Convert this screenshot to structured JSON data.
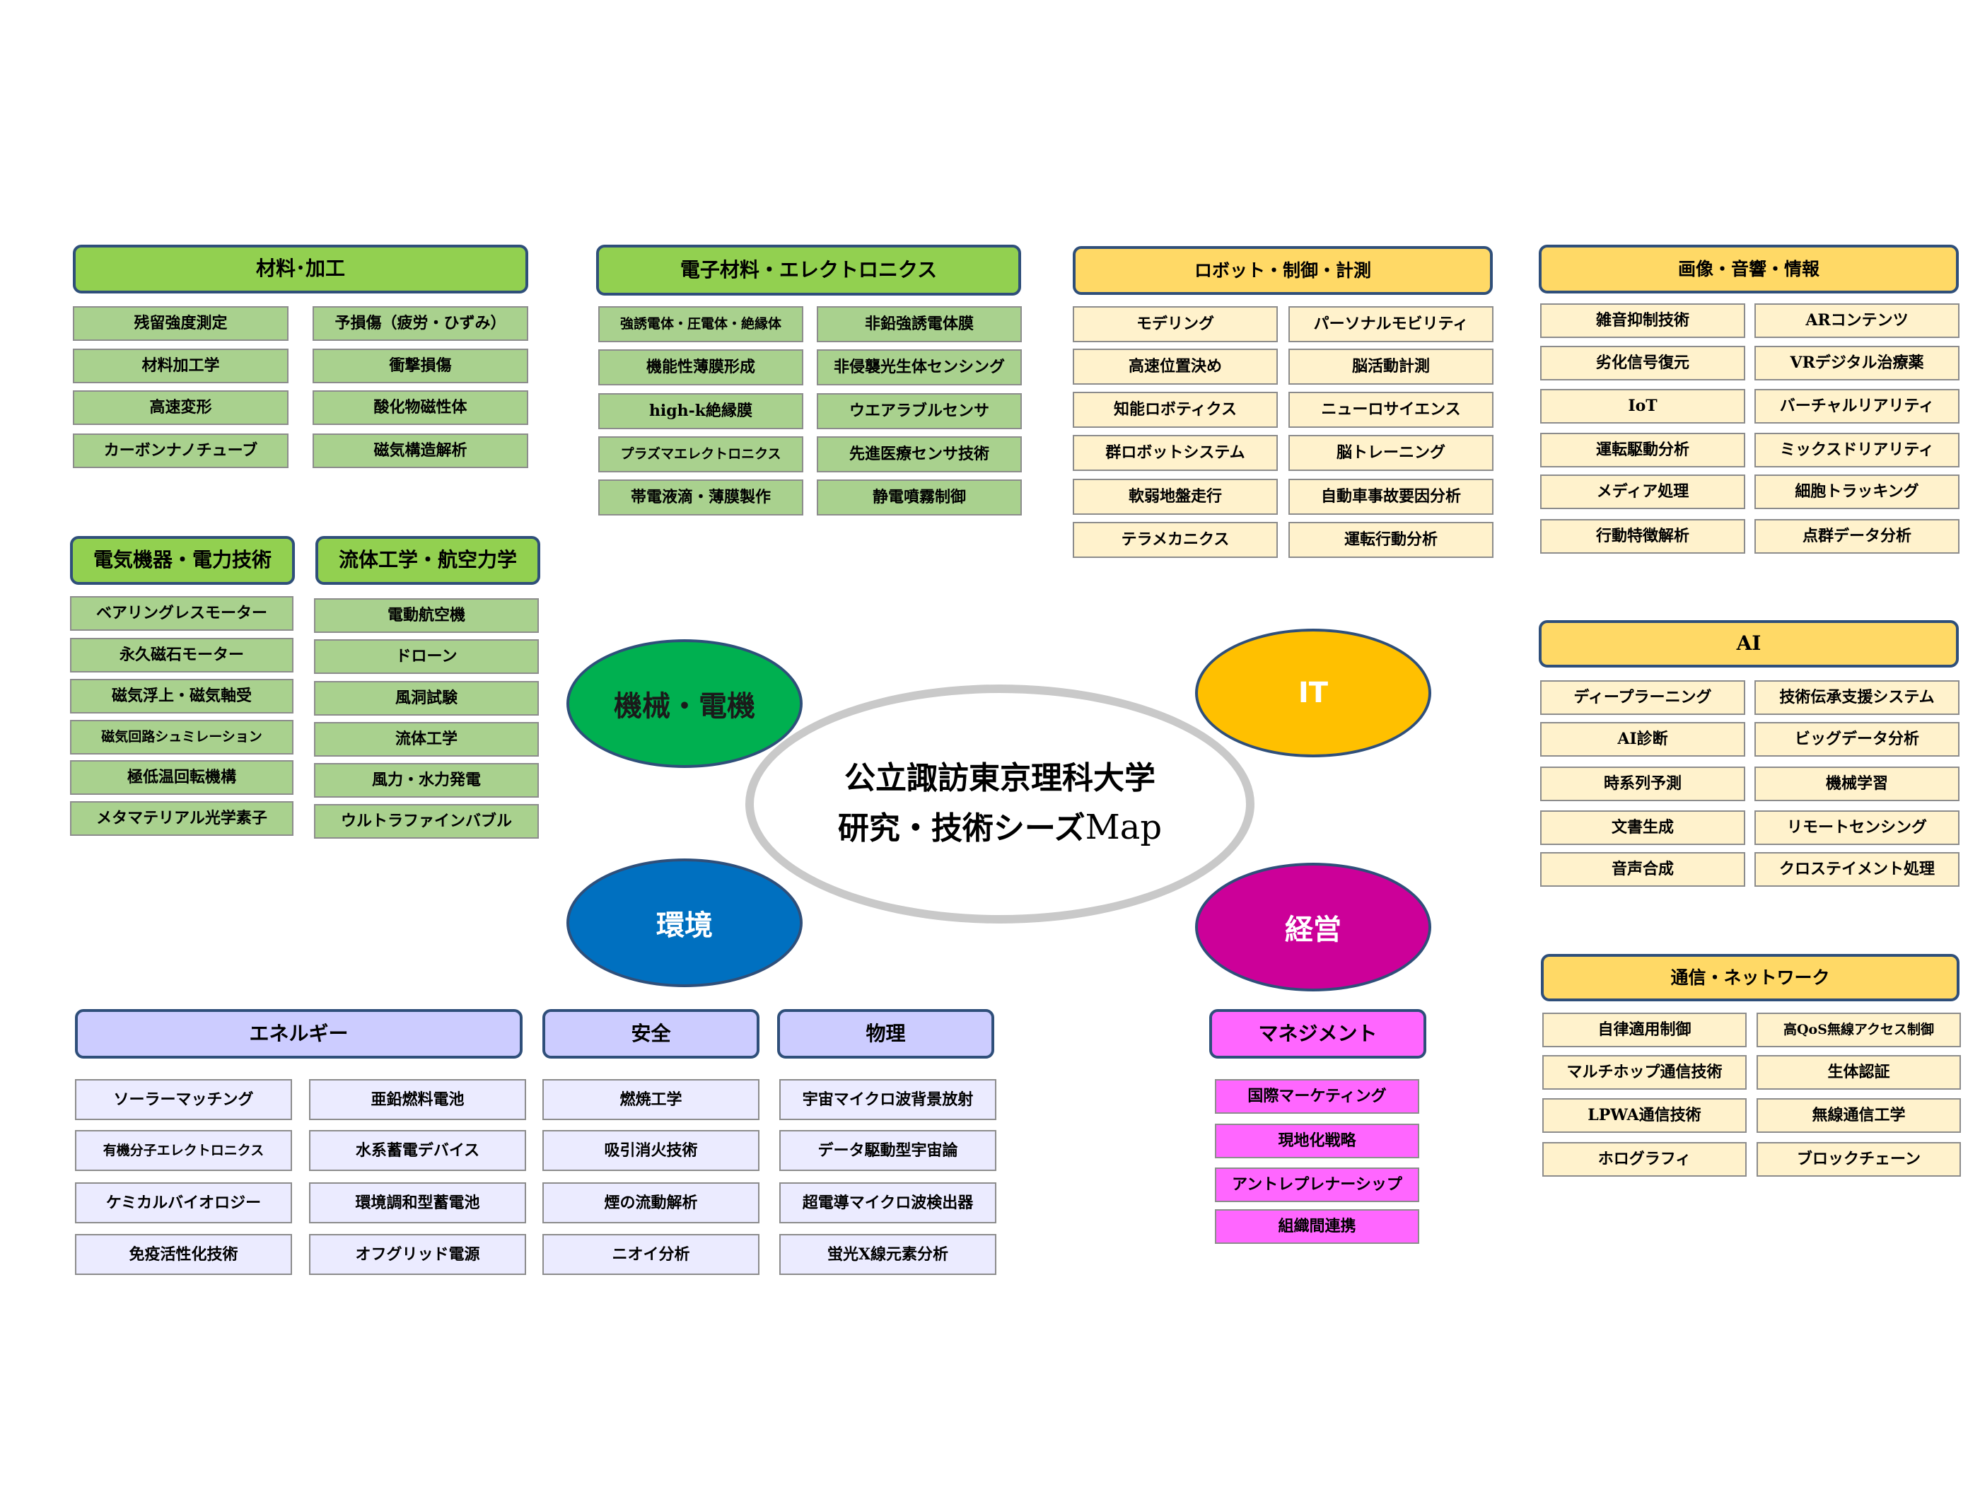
{
  "colors": {
    "green_header": "#92d050",
    "green_item": "#a9d18e",
    "yellow_header": "#ffd966",
    "yellow_item": "#fff2cc",
    "blue_header": "#ccccff",
    "blue_item": "#ebebff",
    "pink_header": "#ff66ff",
    "pink_item": "#ff66ff",
    "ellipse_machine": "#00b050",
    "ellipse_it": "#ffc000",
    "ellipse_env": "#0070c0",
    "ellipse_mgmt": "#cc0099"
  },
  "center": {
    "line1": "公立諏訪東京理科大学",
    "line2": "研究・技術シーズ",
    "line2_suffix": "Map"
  },
  "categories": {
    "machine": {
      "label": "機械・電機",
      "color": "#00b050",
      "text_color": "#1a1a1a"
    },
    "it": {
      "label": "IT",
      "color": "#ffc000",
      "text_color": "#ffffff"
    },
    "environment": {
      "label": "環境",
      "color": "#0070c0",
      "text_color": "#ffffff"
    },
    "management": {
      "label": "経営",
      "color": "#cc0099",
      "text_color": "#ffffff"
    }
  },
  "groups": {
    "materials": {
      "title": "材料･加工",
      "items": [
        "残留強度測定",
        "予損傷（疲労・ひずみ）",
        "材料加工学",
        "衝撃損傷",
        "高速変形",
        "酸化物磁性体",
        "カーボンナノチューブ",
        "磁気構造解析"
      ]
    },
    "electronics": {
      "title": "電子材料・エレクトロニクス",
      "items": [
        "強誘電体・圧電体・絶縁体",
        "非鉛強誘電体膜",
        "機能性薄膜形成",
        "非侵襲光生体センシング",
        "high-k絶縁膜",
        "ウエアラブルセンサ",
        "プラズマエレクトロニクス",
        "先進医療センサ技術",
        "帯電液滴・薄膜製作",
        "静電噴霧制御"
      ]
    },
    "robot": {
      "title": "ロボット・制御・計測",
      "items": [
        "モデリング",
        "パーソナルモビリティ",
        "高速位置決め",
        "脳活動計測",
        "知能ロボティクス",
        "ニューロサイエンス",
        "群ロボットシステム",
        "脳トレーニング",
        "軟弱地盤走行",
        "自動車事故要因分析",
        "テラメカニクス",
        "運転行動分析"
      ]
    },
    "image": {
      "title": "画像・音響・情報",
      "items": [
        "雑音抑制技術",
        "ARコンテンツ",
        "劣化信号復元",
        "VRデジタル治療薬",
        "IoT",
        "バーチャルリアリティ",
        "運転駆動分析",
        "ミックスドリアリティ",
        "メディア処理",
        "細胞トラッキング",
        "行動特徴解析",
        "点群データ分析"
      ]
    },
    "electric": {
      "title": "電気機器・電力技術",
      "items": [
        "ベアリングレスモーター",
        "永久磁石モーター",
        "磁気浮上・磁気軸受",
        "磁気回路シュミレーション",
        "極低温回転機構",
        "メタマテリアル光学素子"
      ]
    },
    "fluid": {
      "title": "流体工学・航空力学",
      "items": [
        "電動航空機",
        "ドローン",
        "風洞試験",
        "流体工学",
        "風力・水力発電",
        "ウルトラファインバブル"
      ]
    },
    "ai": {
      "title": "AI",
      "items": [
        "ディープラーニング",
        "技術伝承支援システム",
        "AI診断",
        "ビッグデータ分析",
        "時系列予測",
        "機械学習",
        "文書生成",
        "リモートセンシング",
        "音声合成",
        "クロステイメント処理"
      ]
    },
    "network": {
      "title": "通信・ネットワーク",
      "items": [
        "自律適用制御",
        "高QoS無線アクセス制御",
        "マルチホップ通信技術",
        "生体認証",
        "LPWA通信技術",
        "無線通信工学",
        "ホログラフィ",
        "ブロックチェーン"
      ]
    },
    "energy": {
      "title": "エネルギー",
      "items": [
        "ソーラーマッチング",
        "亜鉛燃料電池",
        "有機分子エレクトロニクス",
        "水系蓄電デバイス",
        "ケミカルバイオロジー",
        "環境調和型蓄電池",
        "免疫活性化技術",
        "オフグリッド電源"
      ]
    },
    "safety": {
      "title": "安全",
      "items": [
        "燃焼工学",
        "吸引消火技術",
        "煙の流動解析",
        "ニオイ分析"
      ]
    },
    "physics": {
      "title": "物理",
      "items": [
        "宇宙マイクロ波背景放射",
        "データ駆動型宇宙論",
        "超電導マイクロ波検出器",
        "蛍光X線元素分析"
      ]
    },
    "management": {
      "title": "マネジメント",
      "items": [
        "国際マーケティング",
        "現地化戦略",
        "アントレプレナーシップ",
        "組織間連携"
      ]
    }
  }
}
